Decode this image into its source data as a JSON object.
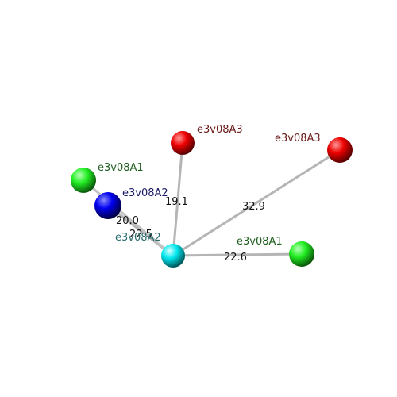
{
  "colors": {
    "background": "#ffffff",
    "bond": "#b5b5b5",
    "green_label": "#1f5e1f",
    "red_label": "#6b1a1a",
    "blue_label": "#1a1a66",
    "cyan_label": "#2c6e6e"
  },
  "atoms": {
    "center": {
      "label": "e3v08A2",
      "color": "cyan"
    },
    "red_top": {
      "label": "e3v08A3",
      "color": "red"
    },
    "red_right": {
      "label": "e3v08A3",
      "color": "red"
    },
    "green_left": {
      "label": "e3v08A1",
      "color": "green"
    },
    "green_right": {
      "label": "e3v08A1",
      "color": "green"
    },
    "blue": {
      "label": "e3v08A2",
      "color": "blue"
    }
  },
  "distances": {
    "center_red_top": "19.1",
    "center_red_right": "32.9",
    "center_green_right": "22.6",
    "center_blue": "22.5",
    "center_green_left": "20.0"
  }
}
